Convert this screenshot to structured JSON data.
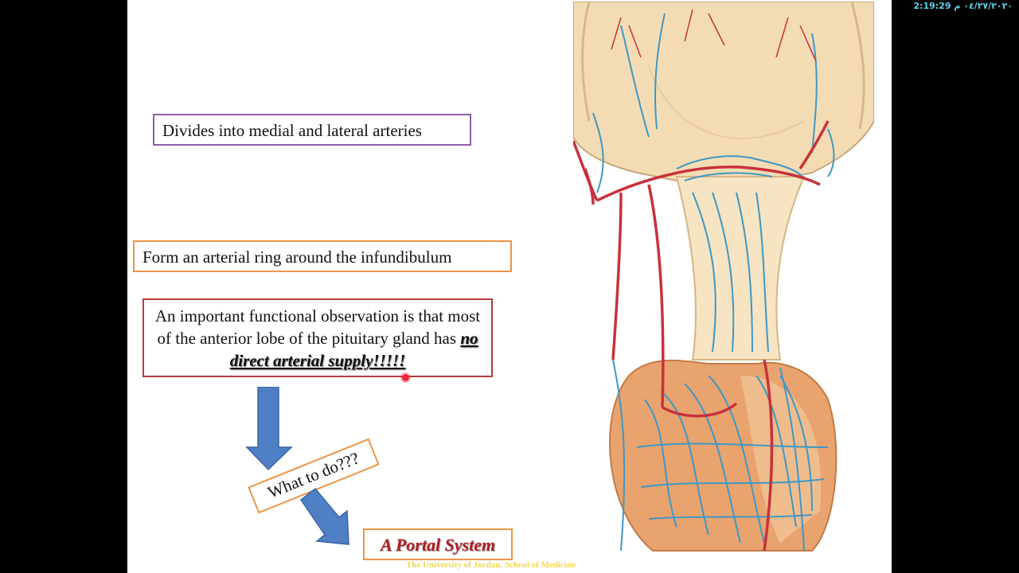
{
  "overlay": {
    "clock": "2:19:29 ٠٤/٢٧/٢٠٢٠ م"
  },
  "slide": {
    "box1": "Divides into medial and lateral arteries",
    "box2": "Form an arterial ring around the infundibulum",
    "box3_pre": "An important functional observation is that most of the anterior lobe of the pituitary gland has ",
    "box3_emph": "no direct arterial supply!!!!!",
    "question": "What to do???",
    "answer": "A Portal System",
    "footer": "The University of Jordan, School of Medicine"
  },
  "colors": {
    "purple_border": "#8e5ba8",
    "orange_border": "#ed9447",
    "red_border": "#b63a3a",
    "arrow_blue": "#4f7fc4",
    "answer_red": "#b01e24",
    "footer_yellow": "#f1d74a",
    "artery_red": "#c7323c",
    "vein_blue": "#3e98c6",
    "tissue_tan": "#f3dcb4",
    "gland_orange": "#e9a36f"
  }
}
